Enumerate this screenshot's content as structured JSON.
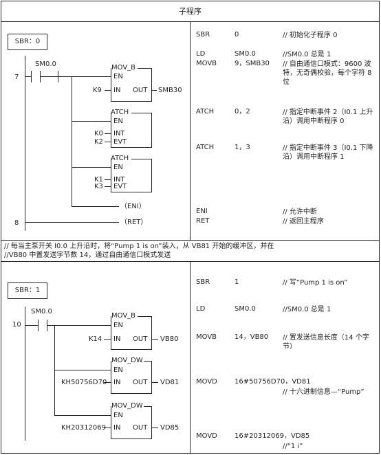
{
  "title": "子程序",
  "section1": {
    "sbr_label": "SBR：0",
    "contact": "SM0.0",
    "network1": "7",
    "network2": "8",
    "box1": {
      "name": "MOV_B",
      "en": "EN",
      "in_pin": "IN",
      "out_pin": "OUT",
      "in_val": "K9",
      "out_val": "SMB30"
    },
    "box2": {
      "name": "ATCH",
      "en": "EN",
      "p1": "INT",
      "p2": "EVT",
      "v1": "K0",
      "v2": "K2"
    },
    "box3": {
      "name": "ATCH",
      "en": "EN",
      "p1": "INT",
      "p2": "EVT",
      "v1": "K1",
      "v2": "K3"
    },
    "eni": "（ENI）",
    "ret": "（RET）",
    "stl": [
      {
        "op": "SBR",
        "arg": "0",
        "cmt": "// 初始化子程序 0"
      },
      {
        "op": "LD",
        "arg": "SM0.0",
        "cmt": "//SM0.0 总是 1"
      },
      {
        "op": "MOVB",
        "arg": "9，SMB30",
        "cmt": "// 自由通信口模式：9600 波特，无奇偶校验，每个字符 8 位"
      },
      {
        "op": "ATCH",
        "arg": "0，2",
        "cmt": "// 指定中断事件 2（I0.1 上升沿）调用中断程序 0"
      },
      {
        "op": "ATCH",
        "arg": "1，3",
        "cmt": "// 指定中断事件 3（I0.1 下降沿）调用中断程序 1"
      },
      {
        "op": "ENI",
        "arg": "",
        "cmt": "// 允许中断"
      },
      {
        "op": "RET",
        "arg": "",
        "cmt": "// 返回主程序"
      }
    ]
  },
  "note": {
    "line1": "// 每当主泵开关 I0.0 上升沿时，将“Pump 1 is on”装入，从 VB81 开始的缓冲区，并在",
    "line2": "//VB80 中置发送字节数 14，通过自由通信口模式发送"
  },
  "section2": {
    "sbr_label": "SBR：1",
    "contact": "SM0.0",
    "network1": "10",
    "box1": {
      "name": "MOV_B",
      "en": "EN",
      "in_pin": "IN",
      "out_pin": "OUT",
      "in_val": "K14",
      "out_val": "VB80"
    },
    "box2": {
      "name": "MOV_DW",
      "en": "EN",
      "in_pin": "IN",
      "out_pin": "OUT",
      "in_val": "KH50756D70",
      "out_val": "VD81"
    },
    "box3": {
      "name": "MOV_DW",
      "en": "EN",
      "in_pin": "IN",
      "out_pin": "OUT",
      "in_val": "KH20312069",
      "out_val": "VD85"
    },
    "stl": [
      {
        "op": "SBR",
        "arg": "1",
        "cmt": "// 写“Pump 1 is on”"
      },
      {
        "op": "LD",
        "arg": "SM0.0",
        "cmt": "//SM0.0 总是 1"
      },
      {
        "op": "MOVB",
        "arg": "14，VB80",
        "cmt": "// 置发送信息长度（14 个字节）"
      },
      {
        "op": "MOVD",
        "arg": "16#50756D70，VD81",
        "cmt": "// 十六进制信息—“Pump”"
      },
      {
        "op": "MOVD",
        "arg": "16#20312069，VD85",
        "cmt": "//“1 i”"
      }
    ]
  }
}
